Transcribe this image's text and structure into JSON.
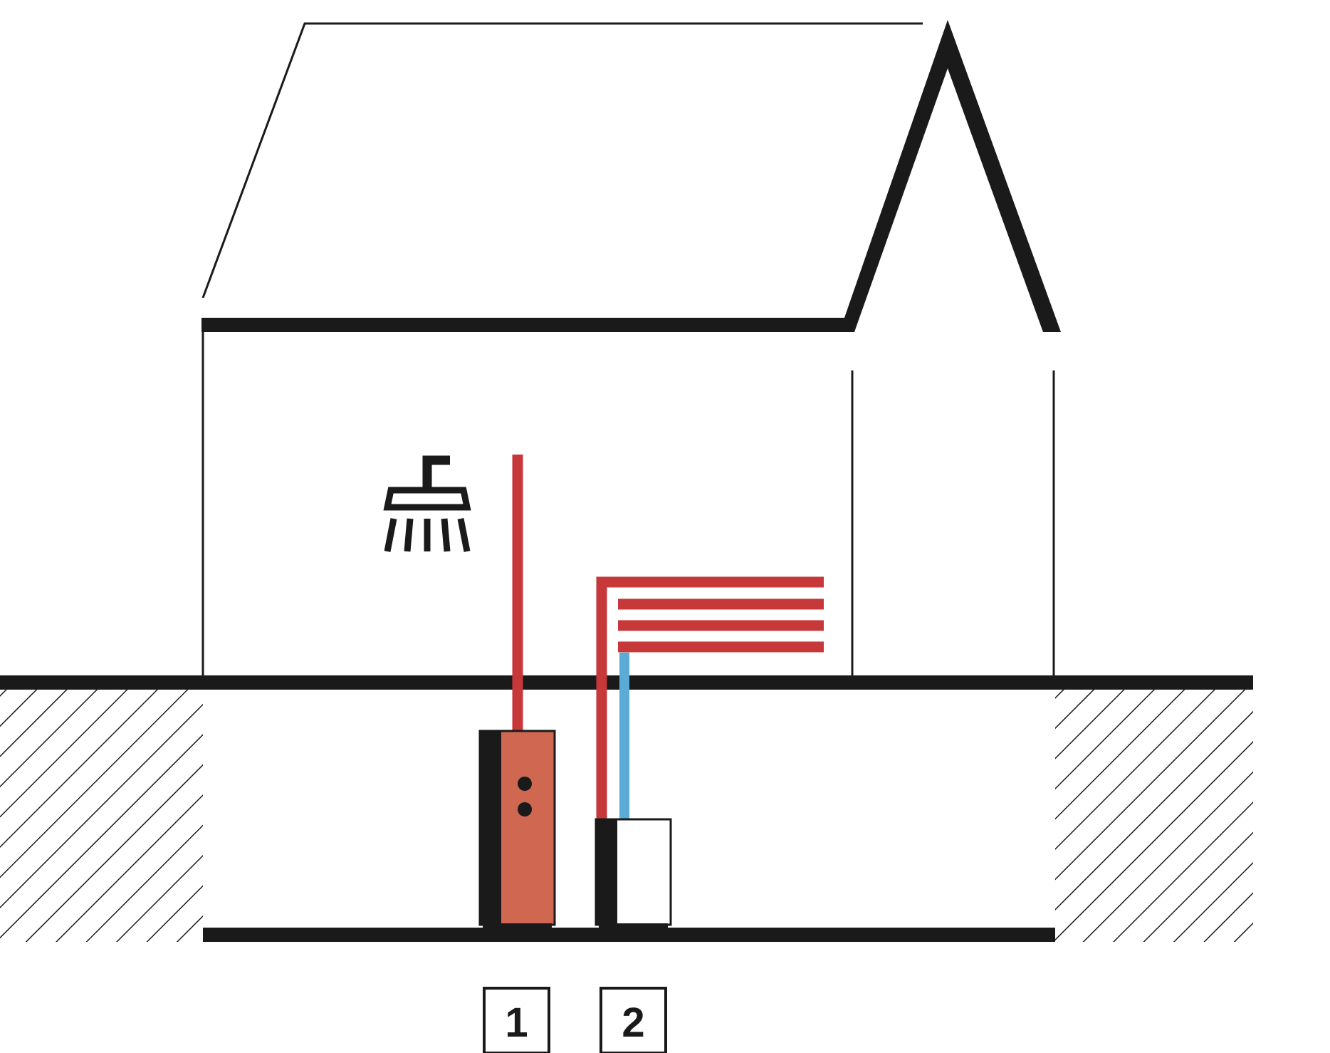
{
  "labels": {
    "unit_1": "1",
    "unit_2": "2"
  },
  "colors": {
    "outline": "#1a1a1a",
    "hot_pipe": "#c63839",
    "cold_pipe": "#5aabd6",
    "tank_fill": "#d06851",
    "background": "#ffffff"
  },
  "icons": {
    "shower": "shower-icon",
    "underfloor_heating": "underfloor-heating-coil"
  }
}
